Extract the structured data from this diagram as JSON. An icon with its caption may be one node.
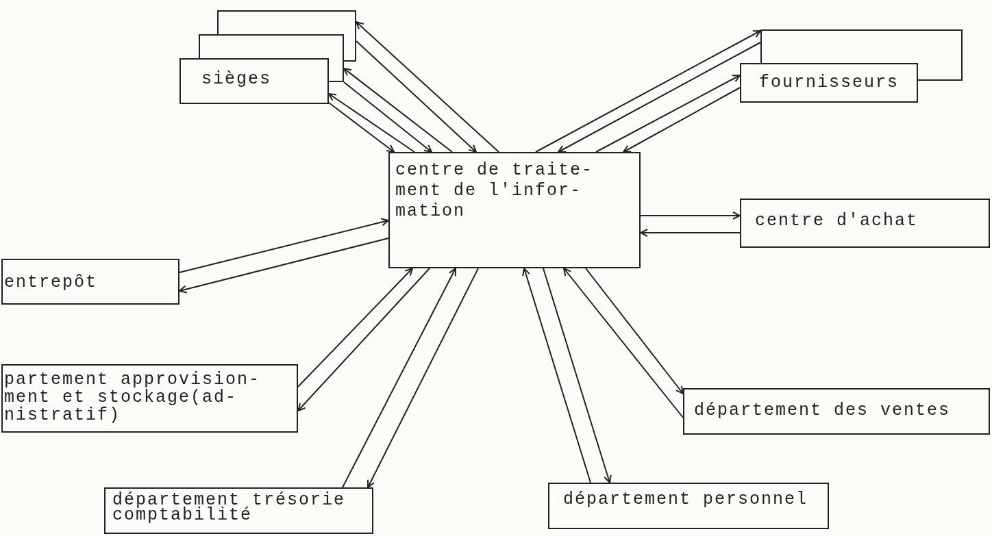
{
  "diagram": {
    "nodes": [
      {
        "text": [],
        "shape": "box"
      },
      {
        "text": [],
        "shape": "box"
      },
      {
        "text": [
          "sièges"
        ]
      },
      {
        "text": [],
        "shape": "box"
      },
      {
        "text": [
          "fournisseurs"
        ]
      },
      {
        "text": [
          "centre de traite- ment de l'infor- mation"
        ]
      },
      {
        "text": [
          "centre d'achat"
        ]
      },
      {
        "text": [
          "entrepôt"
        ]
      },
      {
        "text": [
          "partement approvision- ment et stockage(ad- nistratif)"
        ]
      },
      {
        "text": [
          "département des ventes"
        ]
      },
      {
        "text": [
          "département trésorie comptabilité"
        ]
      },
      {
        "text": [
          "département personnel"
        ]
      }
    ],
    "edges": [
      {
        "from": 2,
        "to": 5,
        "arrow": "to"
      },
      {
        "from": 5,
        "to": 2,
        "arrow": "to"
      },
      {
        "from": 1,
        "to": 5,
        "arrow": "to"
      },
      {
        "from": 5,
        "to": 1,
        "arrow": "to"
      },
      {
        "from": 0,
        "to": 5,
        "arrow": "to"
      },
      {
        "from": 5,
        "to": 0,
        "arrow": "to"
      },
      {
        "from": 5,
        "to": 3,
        "arrow": "to"
      },
      {
        "from": 3,
        "to": 5,
        "arrow": "to"
      },
      {
        "from": 5,
        "to": 4,
        "arrow": "to"
      },
      {
        "from": 4,
        "to": 5,
        "arrow": "to"
      },
      {
        "from": 5,
        "to": 6,
        "arrow": "to"
      },
      {
        "from": 6,
        "to": 5,
        "arrow": "to"
      },
      {
        "from": 7,
        "to": 5,
        "arrow": "to"
      },
      {
        "from": 5,
        "to": 7,
        "arrow": "to"
      },
      {
        "from": 8,
        "to": 5,
        "arrow": "to"
      },
      {
        "from": 5,
        "to": 8,
        "arrow": "to"
      },
      {
        "from": 10,
        "to": 5,
        "arrow": "to"
      },
      {
        "from": 5,
        "to": 10,
        "arrow": "to"
      },
      {
        "from": 11,
        "to": 5,
        "arrow": "to"
      },
      {
        "from": 5,
        "to": 11,
        "arrow": "to"
      },
      {
        "from": 9,
        "to": 5,
        "arrow": "to"
      },
      {
        "from": 5,
        "to": 9,
        "arrow": "to"
      }
    ]
  }
}
